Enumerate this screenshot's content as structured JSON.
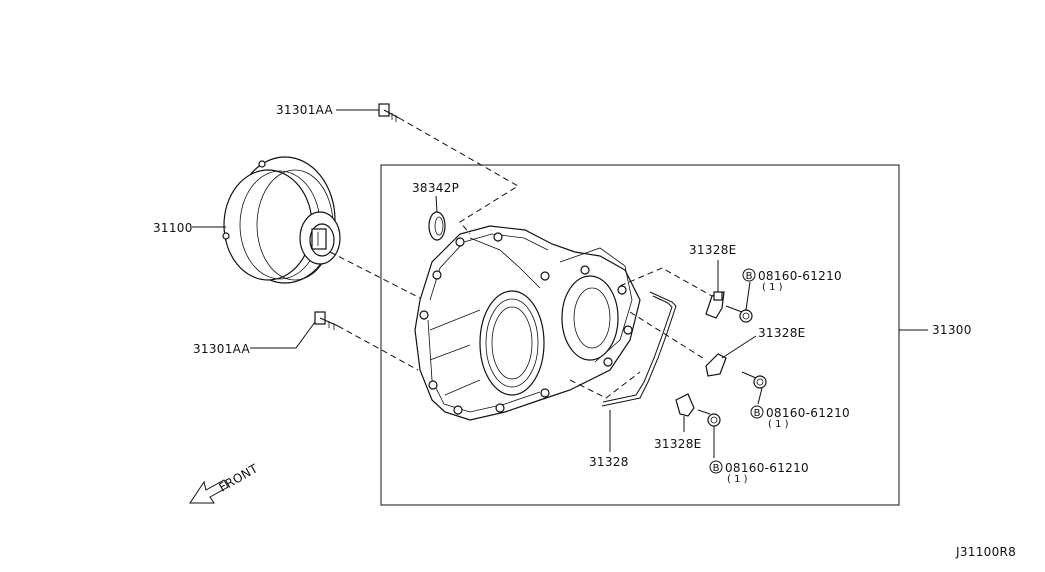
{
  "labels": {
    "bolt_top": "31301AA",
    "bolt_left": "31301AA",
    "seal": "38342P",
    "converter": "31100",
    "case_assembly": "31300",
    "bracket_1": "31328E",
    "bracket_2": "31328E",
    "bracket_3": "31328E",
    "harness": "31328",
    "bolt_spec_1": "08160-61210",
    "bolt_spec_2": "08160-61210",
    "bolt_spec_3": "08160-61210",
    "qty_1": "( 1 )",
    "qty_2": "( 1 )",
    "qty_3": "( 1 )",
    "bolt_marker": "B",
    "front": "FRONT",
    "diagram_code": "J31100R8"
  }
}
